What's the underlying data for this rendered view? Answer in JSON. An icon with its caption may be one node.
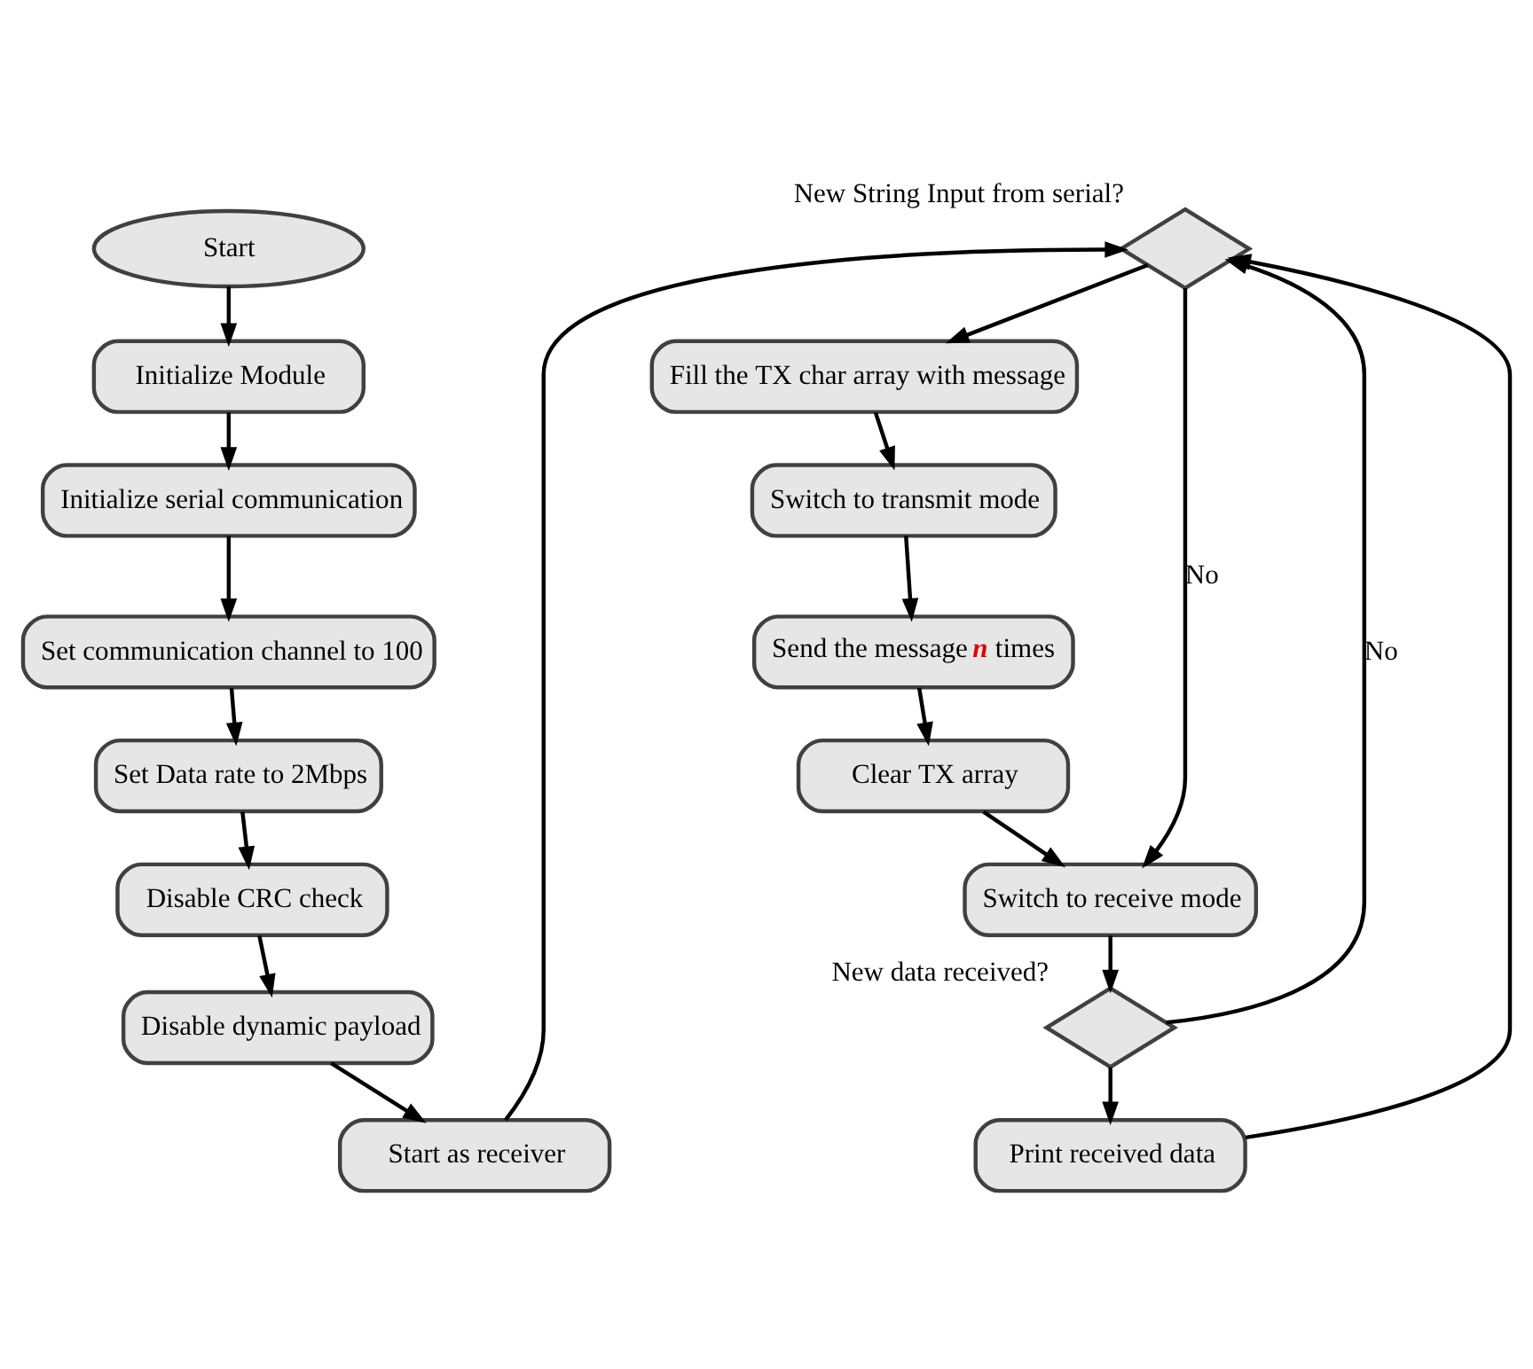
{
  "diagram": {
    "nodes": [
      {
        "text": [
          "Start"
        ]
      },
      {
        "text": [
          "Initialize Module"
        ]
      },
      {
        "text": [
          "Initialize serial communication"
        ]
      },
      {
        "text": [
          "Set communication channel to 100"
        ]
      },
      {
        "text": [
          "Set Data rate to 2Mbps"
        ]
      },
      {
        "text": [
          "Disable CRC check"
        ]
      },
      {
        "text": [
          "Disable dynamic payload"
        ]
      },
      {
        "text": [
          "Start as receiver"
        ]
      },
      {
        "text": [],
        "shape": "diamond",
        "beside": [
          "New String Input from serial?"
        ]
      },
      {
        "text": [
          "Fill the TX char array with message"
        ]
      },
      {
        "text": [
          "Switch to transmit mode"
        ]
      },
      {
        "text": [
          "Send the message *n* times"
        ]
      },
      {
        "text": [
          "Clear TX array"
        ]
      },
      {
        "text": [
          "Switch to receive mode"
        ]
      },
      {
        "text": [],
        "shape": "diamond",
        "beside": [
          "New data received?"
        ]
      },
      {
        "text": [
          "Print received data"
        ]
      }
    ],
    "edges": [
      {
        "from": 0,
        "to": 1,
        "arrow": "to"
      },
      {
        "from": 1,
        "to": 2,
        "arrow": "to"
      },
      {
        "from": 2,
        "to": 3,
        "arrow": "to"
      },
      {
        "from": 3,
        "to": 4,
        "arrow": "to"
      },
      {
        "from": 4,
        "to": 5,
        "arrow": "to"
      },
      {
        "from": 5,
        "to": 6,
        "arrow": "to"
      },
      {
        "from": 6,
        "to": 7,
        "arrow": "to"
      },
      {
        "from": 7,
        "to": 8,
        "arrow": "to"
      },
      {
        "from": 8,
        "to": 9,
        "arrow": "to"
      },
      {
        "from": 8,
        "to": 13,
        "arrow": "to",
        "label": "No"
      },
      {
        "from": 9,
        "to": 10,
        "arrow": "to"
      },
      {
        "from": 10,
        "to": 11,
        "arrow": "to"
      },
      {
        "from": 11,
        "to": 12,
        "arrow": "to"
      },
      {
        "from": 12,
        "to": 13,
        "arrow": "to"
      },
      {
        "from": 13,
        "to": 14,
        "arrow": "to"
      },
      {
        "from": 14,
        "to": 15,
        "arrow": "to"
      },
      {
        "from": 14,
        "to": 8,
        "arrow": "to",
        "label": "No"
      },
      {
        "from": 15,
        "to": 8,
        "arrow": "to"
      }
    ]
  }
}
